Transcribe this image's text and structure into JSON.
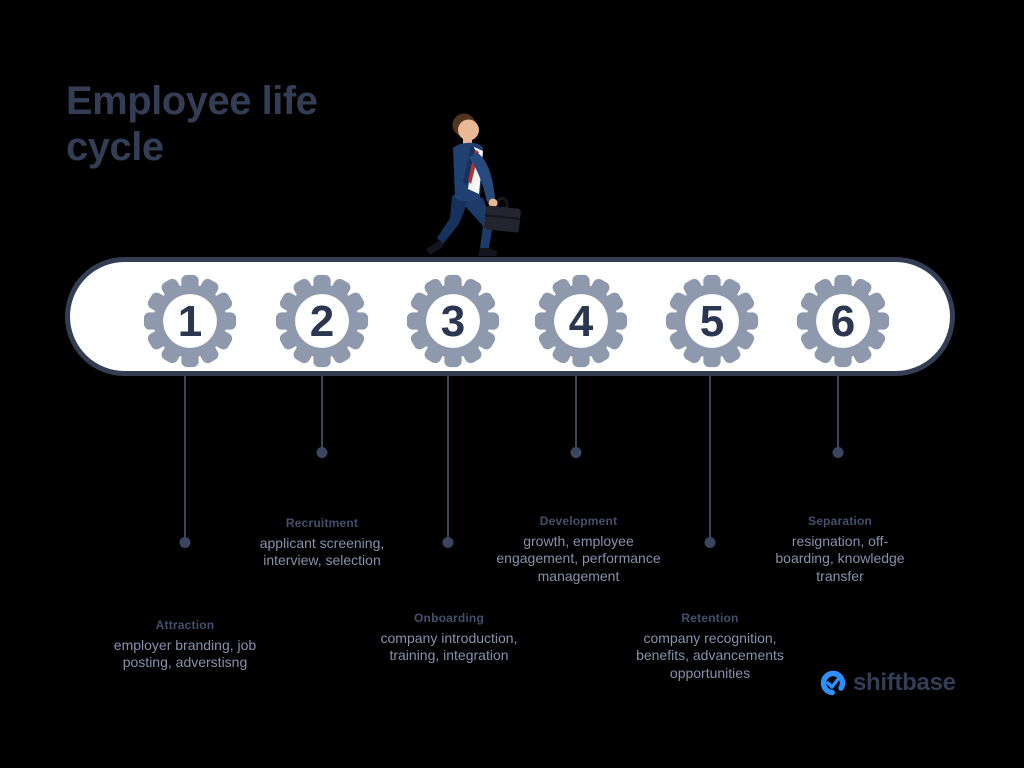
{
  "title": "Employee life cycle",
  "stages": [
    {
      "number": "1",
      "name": "Attraction",
      "description": "employer branding, job posting, adverstisng"
    },
    {
      "number": "2",
      "name": "Recruitment",
      "description": "applicant screening, interview, selection"
    },
    {
      "number": "3",
      "name": "Onboarding",
      "description": "company introduction, training, integration"
    },
    {
      "number": "4",
      "name": "Development",
      "description": "growth, employee engagement, performance management"
    },
    {
      "number": "5",
      "name": "Retention",
      "description": "company recognition, benefits, advancements opportunities"
    },
    {
      "number": "6",
      "name": "Separation",
      "description": "resignation, off-boarding, knowledge transfer"
    }
  ],
  "logo": {
    "text": "shiftbase"
  },
  "icons": [
    "gear-icon",
    "walking-businessman-illustration",
    "shiftbase-logo-icon"
  ],
  "colors": {
    "background": "#000000",
    "navy": "#333e55",
    "gear": "#8e99ae",
    "gear_number": "#2b3750",
    "pill_fill": "#ffffff",
    "connector": "#3a4560",
    "stage_name": "#42506c",
    "stage_description": "#8492ad",
    "logo_blue": "#2e90fa",
    "suit": "#1f4070",
    "tie": "#b5322e"
  }
}
